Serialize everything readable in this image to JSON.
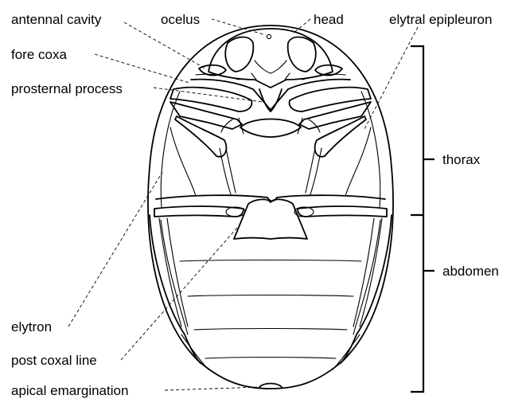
{
  "labels": {
    "antennal_cavity": "antennal cavity",
    "ocelus": "ocelus",
    "head": "head",
    "elytral_epipleuron": "elytral epipleuron",
    "fore_coxa": "fore coxa",
    "prosternal_process": "prosternal process",
    "thorax": "thorax",
    "abdomen": "abdomen",
    "elytron": "elytron",
    "post_coxal_line": "post coxal line",
    "apical_emargination": "apical emargination"
  },
  "colors": {
    "ink": "#000000",
    "background": "#ffffff"
  }
}
